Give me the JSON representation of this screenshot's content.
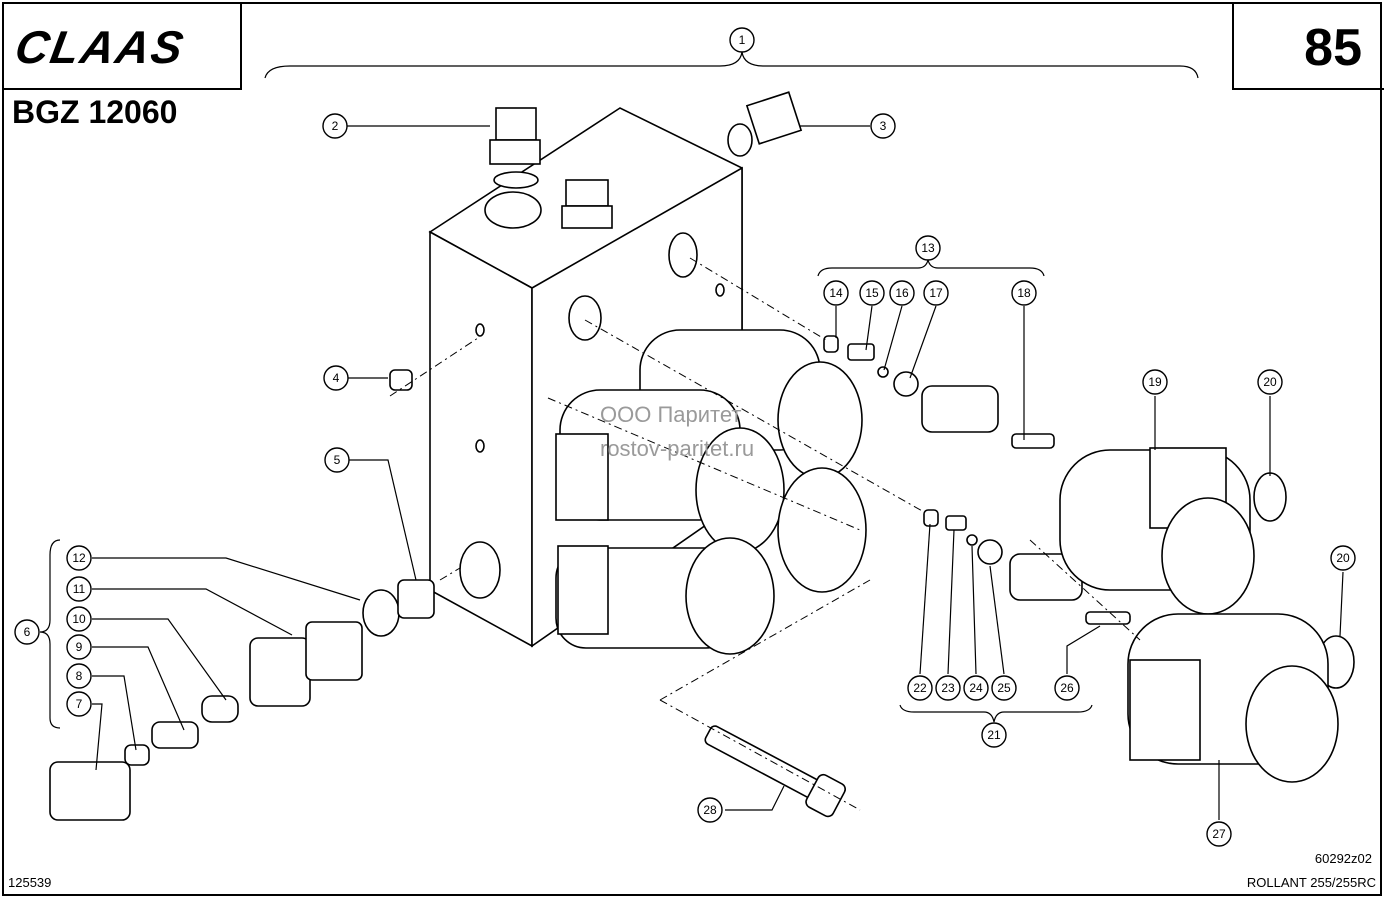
{
  "header": {
    "brand": "CLAAS",
    "page_number": "85",
    "group_code": "BGZ 12060"
  },
  "footer": {
    "doc_number": "125539",
    "drawing_id": "60292z02",
    "model": "ROLLANT 255/255RC"
  },
  "watermark": {
    "line1": "ООО Паритет",
    "line2": "rostov-paritet.ru"
  },
  "callouts": [
    "1",
    "2",
    "3",
    "4",
    "5",
    "6",
    "7",
    "8",
    "9",
    "10",
    "11",
    "12",
    "13",
    "14",
    "15",
    "16",
    "17",
    "18",
    "19",
    "20",
    "20",
    "21",
    "22",
    "23",
    "24",
    "25",
    "26",
    "27",
    "28"
  ]
}
